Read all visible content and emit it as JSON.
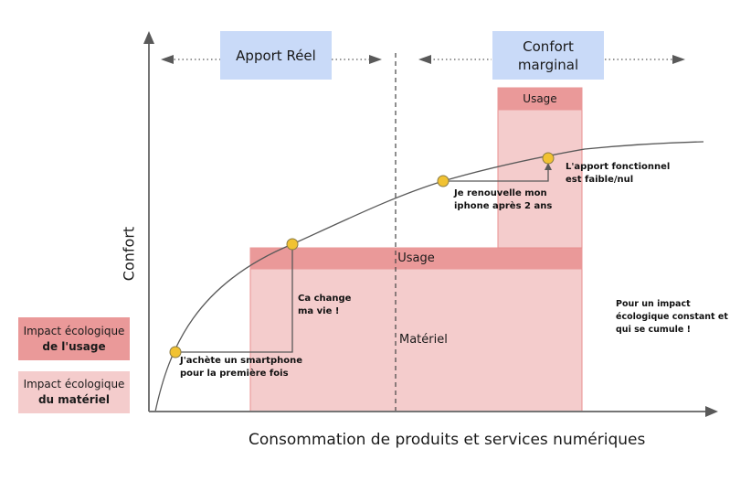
{
  "diagram": {
    "y_axis_label": "Confort",
    "x_axis_label": "Consommation de produits et services numériques",
    "zones": {
      "apport_reel": "Apport Réel",
      "confort_marginal_line1": "Confort",
      "confort_marginal_line2": "marginal"
    },
    "blocks": {
      "usage_main": "Usage",
      "materiel_main": "Matériel",
      "usage_small": "Usage"
    },
    "annotations": {
      "first_purchase_line1": "J'achète un smartphone",
      "first_purchase_line2": "pour la première fois",
      "life_change_line1": "Ca change",
      "life_change_line2": "ma vie !",
      "renew_line1": "Je renouvelle mon",
      "renew_line2": "iphone après 2 ans",
      "low_gain_line1": "L'apport fonctionnel",
      "low_gain_line2": "est faible/nul",
      "cumulative_line1": "Pour un impact",
      "cumulative_line2": "écologique constant et",
      "cumulative_line3": "qui se cumule !"
    },
    "legend": [
      {
        "line1": "Impact écologique",
        "line2": "de l'usage",
        "color": "#ea9999"
      },
      {
        "line1": "Impact écologique",
        "line2": "du matériel",
        "color": "#f4cccc"
      }
    ],
    "colors": {
      "usage": "#ea9999",
      "materiel": "#f4cccc",
      "zone_box": "#c9daf8",
      "point": "#f1c232",
      "axis": "#757575"
    }
  }
}
